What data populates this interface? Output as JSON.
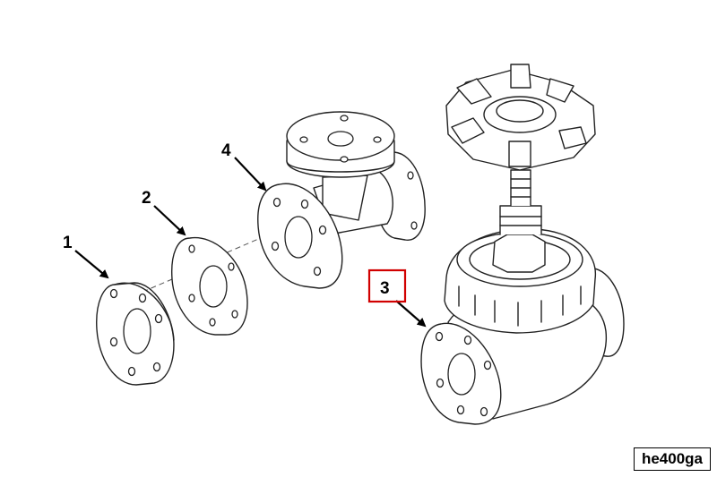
{
  "diagram": {
    "callouts": [
      {
        "id": "callout-1",
        "label": "1"
      },
      {
        "id": "callout-2",
        "label": "2"
      },
      {
        "id": "callout-3",
        "label": "3",
        "highlighted": true,
        "highlight_color": "#d10000"
      },
      {
        "id": "callout-4",
        "label": "4"
      }
    ],
    "figure_id": "he400ga"
  }
}
